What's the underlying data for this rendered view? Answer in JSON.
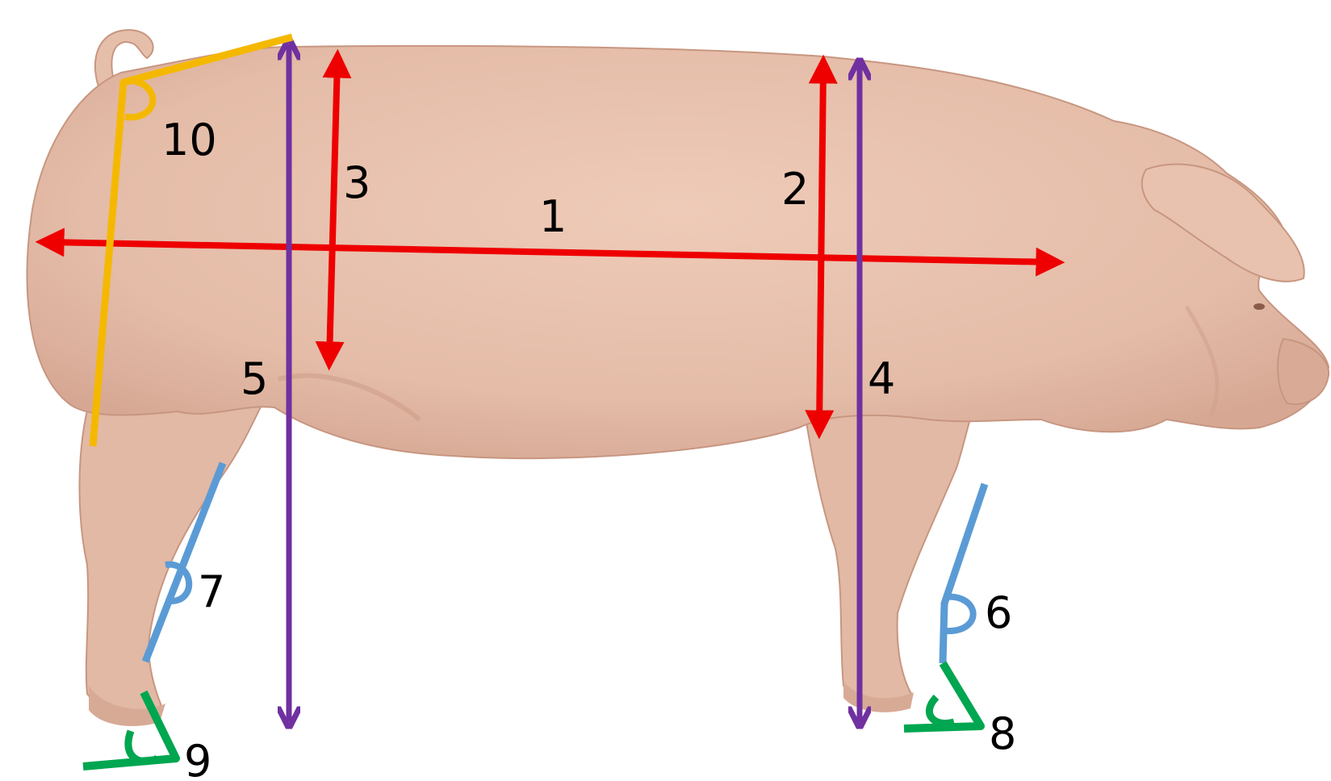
{
  "labels": {
    "m1": "1",
    "m2": "2",
    "m3": "3",
    "m4": "4",
    "m5": "5",
    "m6": "6",
    "m7": "7",
    "m8": "8",
    "m9": "9",
    "m10": "10"
  },
  "colors": {
    "background": "#ffffff",
    "skin": "#e8c3b0",
    "skin_shadow": "#d5a592",
    "skin_outline": "#c79680",
    "length_height_arrows": "#ee0000",
    "vertical_lines": "#7030a0",
    "rump_angle": "#f5b800",
    "leg_angles": "#5b9bd5",
    "pastern_angles": "#00a650",
    "label_text": "#000000"
  },
  "icons": {
    "subject": "pig-side-view"
  }
}
